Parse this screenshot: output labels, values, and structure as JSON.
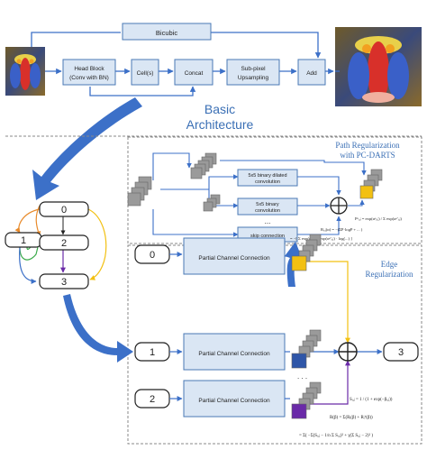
{
  "top": {
    "bicubic": "Bicubic",
    "head_block_line1": "Head Block",
    "head_block_line2": "(Conv with BN)",
    "cell": "Cell(s)",
    "concat": "Concat",
    "subpixel_line1": "Sub-pixel",
    "subpixel_line2": "Upsampling",
    "add": "Add",
    "basic_line1": "Basic",
    "basic_line2": "Architecture"
  },
  "cell_graph": {
    "nodes": [
      "0",
      "1",
      "2",
      "3"
    ]
  },
  "path_reg": {
    "title_line1": "Path Regularization",
    "title_line2": "with PC-DARTS",
    "op1_line1": "5x5 binary dilated",
    "op1_line2": "convolution",
    "op2_line1": "5x5 binary",
    "op2_line2": "convolution",
    "ellipsis": "...",
    "op3": "skip connection",
    "formula1": "Pᵒᵢ,ⱼ = exp(αᵒᵢ,ⱼ) / Σ exp(αᵒ'ᵢ,ⱼ)",
    "formula2": "Rᵢ,ⱼ(α) = −(ΣP·logP + ... )",
    "formula3": "= −[ Σ exp(αᵒᵢ,ⱼ)/Σexp(αᵒ'ᵢ,ⱼ) · log(...) ]"
  },
  "edge_reg": {
    "title_line1": "Edge",
    "title_line2": "Regularization",
    "inputs": [
      "0",
      "1",
      "2"
    ],
    "pcc_label": "Partial Channel Connection",
    "output": "3",
    "formula1": "Sᵢ,ⱼ = 1 / (1 + exp(−βᵢ,ⱼ))",
    "formula2": "R(β) = Σ(Rᵢ(β) + Rᵢᵇ(β))",
    "formula3": "= Σ( −Σ(Sᵢ,ⱼ − 1/n Σ Sᵢ,ⱼ)² + γ(Σ Sᵢ,ⱼ − 2)² )"
  },
  "colors": {
    "box_fill": "#dae6f4",
    "box_stroke": "#4a78b5",
    "arrow_blue": "#3c70c8",
    "title_blue": "#3a6fb5",
    "yellow": "#f2c012",
    "blue_block": "#2f56a8",
    "purple": "#6a2aa8",
    "orange_edge": "#e88a2a",
    "green_edge": "#3aaa4a",
    "gray_cube": "#9a9a9a"
  }
}
